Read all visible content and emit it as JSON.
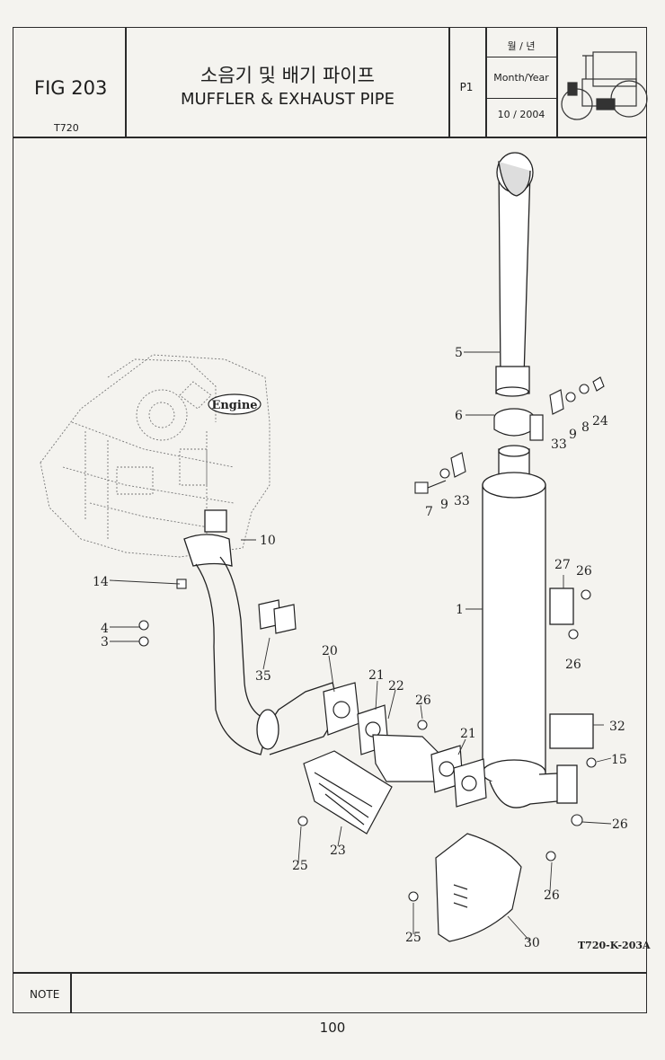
{
  "header": {
    "figure_number": "FIG 203",
    "model": "T720",
    "title_korean": "소음기 및 배기 파이프",
    "title_english": "MUFFLER & EXHAUST PIPE",
    "page_code": "P1",
    "month_year_label_korean": "월 / 년",
    "month_year_label_english": "Month/Year",
    "month_year_value": "10 / 2004"
  },
  "diagram": {
    "engine_label": "Engine",
    "drawing_reference": "T720-K-203A",
    "callouts": {
      "c1": "1",
      "c3": "3",
      "c4": "4",
      "c5": "5",
      "c6": "6",
      "c7": "7",
      "c8": "8",
      "c9a": "9",
      "c9b": "9",
      "c10": "10",
      "c14": "14",
      "c15": "15",
      "c20": "20",
      "c21a": "21",
      "c21b": "21",
      "c22": "22",
      "c23": "23",
      "c24": "24",
      "c25a": "25",
      "c25b": "25",
      "c26a": "26",
      "c26b": "26",
      "c26c": "26",
      "c26d": "26",
      "c26e": "26",
      "c27": "27",
      "c30": "30",
      "c32": "32",
      "c33a": "33",
      "c33b": "33",
      "c35": "35"
    }
  },
  "footer": {
    "note_label": "NOTE",
    "page_number": "100"
  }
}
